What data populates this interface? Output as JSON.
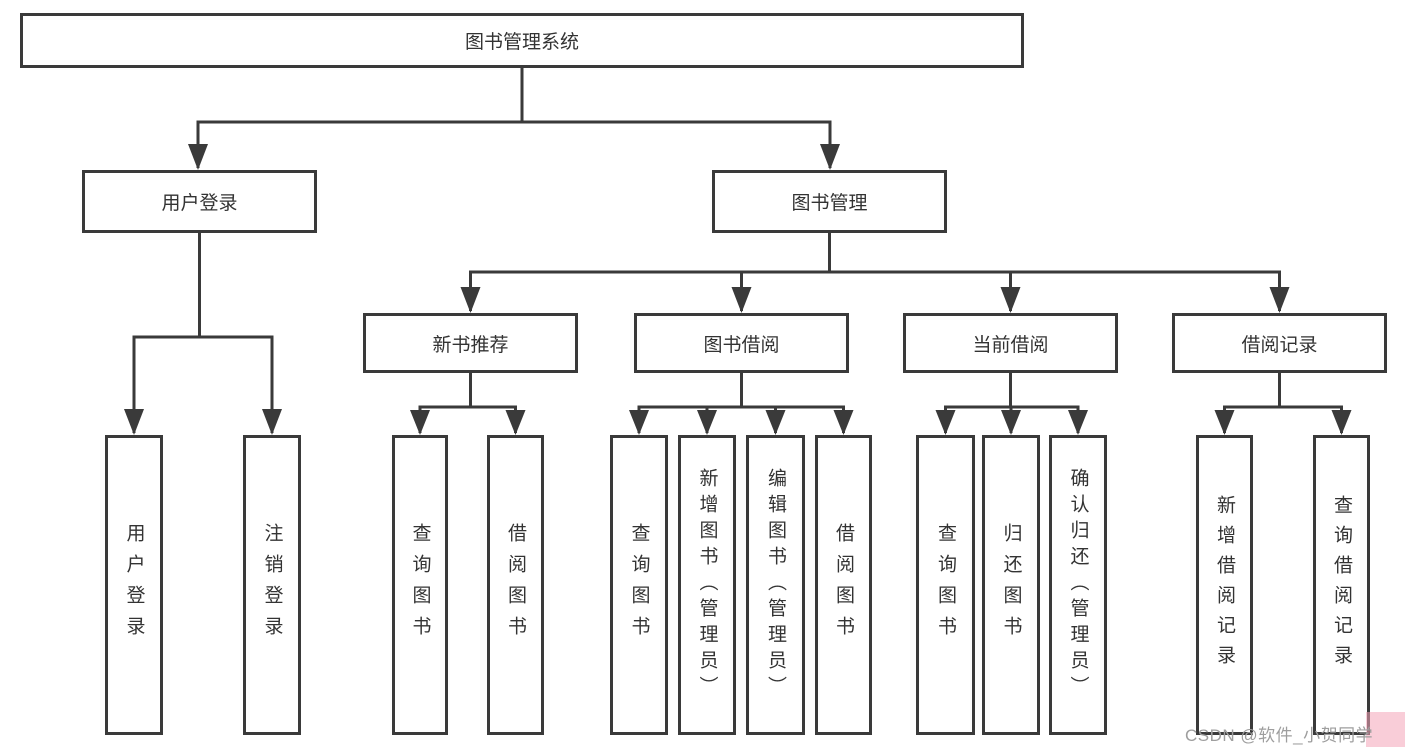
{
  "colors": {
    "line": "#3a3a3a",
    "box_border": "#3a3a3a",
    "text": "#333333",
    "background": "#ffffff",
    "watermark_text": "#9e9e9e",
    "watermark_highlight": "#f4a4b8"
  },
  "watermark": "CSDN @软件_小贺同学",
  "diagram": {
    "root": "图书管理系统",
    "level2": [
      "用户登录",
      "图书管理"
    ],
    "level3": [
      "新书推荐",
      "图书借阅",
      "当前借阅",
      "借阅记录"
    ],
    "leaves": {
      "user_login": [
        "用户登录",
        "注销登录"
      ],
      "new_book": [
        "查询图书",
        "借阅图书"
      ],
      "book_borrow": [
        "查询图书",
        "新增图书（管理员）",
        "编辑图书（管理员）",
        "借阅图书"
      ],
      "current_borrow": [
        "查询图书",
        "归还图书",
        "确认归还（管理员）"
      ],
      "borrow_records": [
        "新增借阅记录",
        "查询借阅记录"
      ]
    }
  }
}
